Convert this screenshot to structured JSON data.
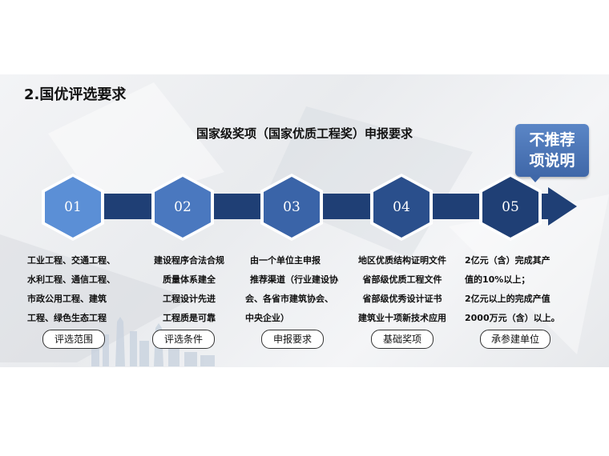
{
  "section_title": "2.国优评选要求",
  "main_title": "国家级奖项（国家优质工程奖）申报要求",
  "callout": {
    "line1": "不推荐",
    "line2": "项说明"
  },
  "steps": [
    {
      "num": "01",
      "color": "#5b8fd6",
      "lines": [
        "工业工程、交通工程、",
        "水利工程、通信工程、",
        "市政公用工程、建筑",
        "工程、绿色生态工程"
      ],
      "label": "评选范围"
    },
    {
      "num": "02",
      "color": "#4a78bf",
      "lines": [
        "建设程序合法合规",
        "质量体系建全",
        "工程设计先进",
        "工程质是可靠"
      ],
      "label": "评选条件"
    },
    {
      "num": "03",
      "color": "#3a64a8",
      "lines": [
        "由一个单位主申报",
        "推荐渠道（行业建设协",
        "会、各省市建筑协会、",
        "中央企业）"
      ],
      "label": "申报要求"
    },
    {
      "num": "04",
      "color": "#2a4f8c",
      "lines": [
        "地区优质结构证明文件",
        "省部级优质工程文件",
        "省部级优秀设计证书",
        "建筑业十项新技术应用"
      ],
      "label": "基础奖项"
    },
    {
      "num": "05",
      "color": "#1f3f75",
      "lines": [
        "2亿元（含）完成其产",
        "值的10%以上；",
        "2亿元以上的完成产值",
        "2000万元（含）以上。"
      ],
      "label": "承参建单位"
    }
  ],
  "colors": {
    "band": "#1f3f75",
    "callout": "#4f78bb"
  }
}
